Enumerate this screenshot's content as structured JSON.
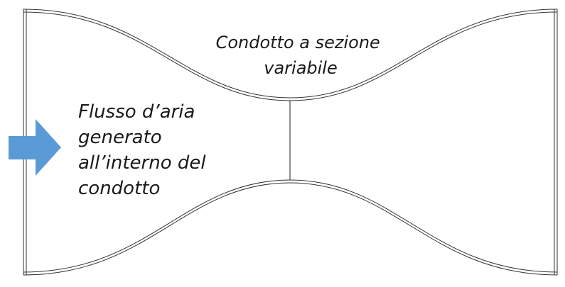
{
  "diagram": {
    "duct_label_lines": [
      "Condotto a sezione",
      "variabile"
    ],
    "flow_label_lines": [
      "Flusso d’aria",
      "generato",
      "all’interno del",
      "condotto"
    ],
    "colors": {
      "arrow": "#5b9bd5",
      "outline": "#333333",
      "text": "#1a1a1a"
    },
    "icons": {
      "flow_arrow": "arrow-right-icon"
    }
  }
}
